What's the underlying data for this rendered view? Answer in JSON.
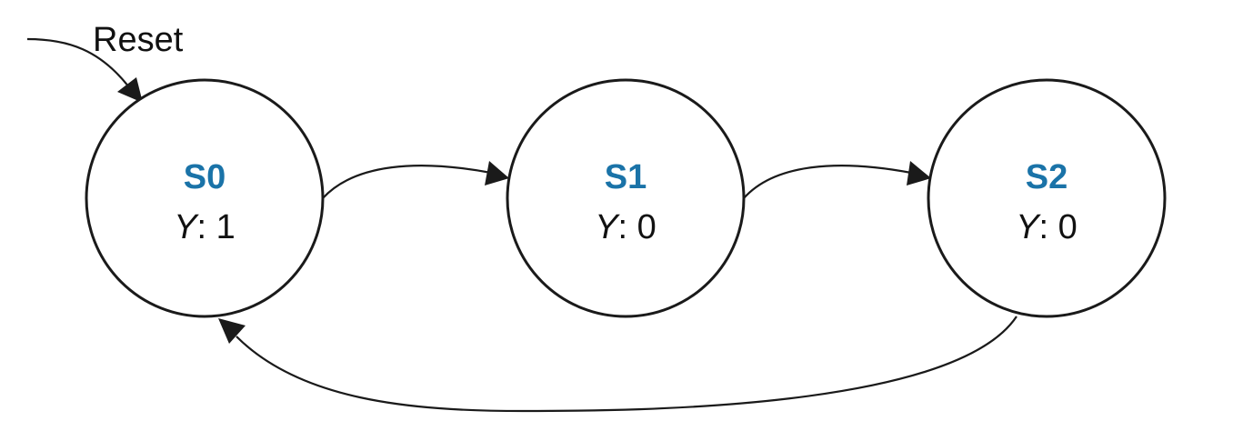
{
  "colors": {
    "state_name": "#1a73a8",
    "stroke": "#1a1a1a"
  },
  "reset_label": "Reset",
  "states": [
    {
      "id": "s0",
      "name": "S0",
      "output_var": "Y",
      "output_sep": ": ",
      "output_value": "1"
    },
    {
      "id": "s1",
      "name": "S1",
      "output_var": "Y",
      "output_sep": ": ",
      "output_value": "0"
    },
    {
      "id": "s2",
      "name": "S2",
      "output_var": "Y",
      "output_sep": ": ",
      "output_value": "0"
    }
  ],
  "transitions": [
    {
      "from": "S0",
      "to": "S1"
    },
    {
      "from": "S1",
      "to": "S2"
    },
    {
      "from": "S2",
      "to": "S0"
    }
  ],
  "initial_state": "S0"
}
